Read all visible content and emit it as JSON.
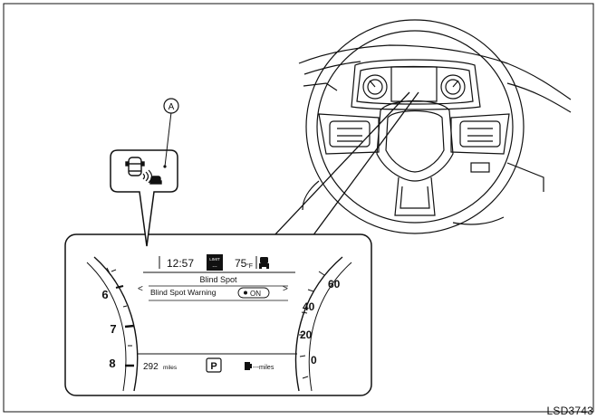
{
  "callout_label": "A",
  "figure_code": "LSD3743",
  "display": {
    "clock": "12:57",
    "limit_badge": "LIMIT",
    "limit_value": "---",
    "outside_temp": "75",
    "temp_unit": "°F",
    "menu_title": "Blind Spot",
    "menu_item_label": "Blind Spot Warning",
    "menu_item_state": "ON",
    "nav_left": "<",
    "nav_right": ">",
    "range_value": "292",
    "range_unit": "miles",
    "gear": "P",
    "fuel_range": "---miles"
  },
  "tachometer": {
    "ticks": [
      "6",
      "7",
      "8"
    ]
  },
  "speedometer": {
    "ticks": [
      "60",
      "40",
      "20",
      "0"
    ]
  },
  "colors": {
    "line": "#111111",
    "background": "#ffffff"
  }
}
